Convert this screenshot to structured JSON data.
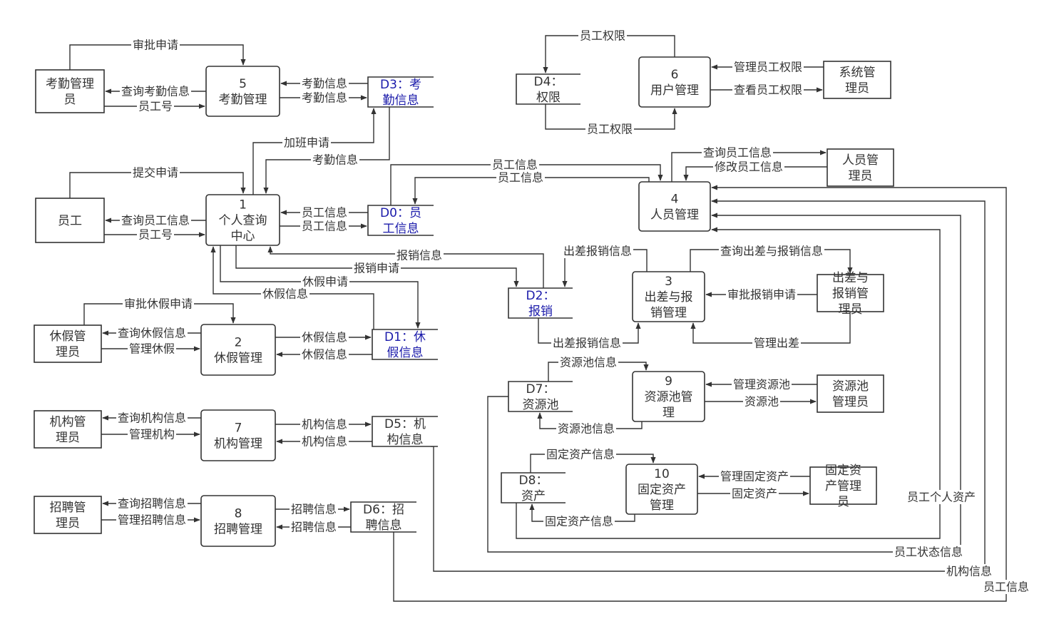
{
  "colors": {
    "line": "#333333",
    "employee_fill": "#ff3333",
    "query_center_fill": "#33ee33",
    "store_highlight": "#1a1aaa",
    "store_text": "#333333"
  },
  "entities": [
    {
      "id": "e_attend",
      "lines": [
        "考勤管理",
        "员"
      ]
    },
    {
      "id": "e_emp",
      "lines": [
        "员工"
      ]
    },
    {
      "id": "e_leave",
      "lines": [
        "休假管",
        "理员"
      ]
    },
    {
      "id": "e_org",
      "lines": [
        "机构管",
        "理员"
      ]
    },
    {
      "id": "e_recruit",
      "lines": [
        "招聘管",
        "理员"
      ]
    },
    {
      "id": "e_sys",
      "lines": [
        "系统管",
        "理员"
      ]
    },
    {
      "id": "e_hr",
      "lines": [
        "人员管",
        "理员"
      ]
    },
    {
      "id": "e_travel",
      "lines": [
        "出差与",
        "报销管",
        "理员"
      ]
    },
    {
      "id": "e_pool",
      "lines": [
        "资源池",
        "管理员"
      ]
    },
    {
      "id": "e_asset",
      "lines": [
        "固定资",
        "产管理",
        "员"
      ]
    }
  ],
  "processes": [
    {
      "id": "p1",
      "lines": [
        "1",
        "个人查询",
        "中心"
      ]
    },
    {
      "id": "p2",
      "lines": [
        "2",
        "休假管理"
      ]
    },
    {
      "id": "p3",
      "lines": [
        "3",
        "出差与报",
        "销管理"
      ]
    },
    {
      "id": "p4",
      "lines": [
        "4",
        "人员管理"
      ]
    },
    {
      "id": "p5",
      "lines": [
        "5",
        "考勤管理"
      ]
    },
    {
      "id": "p6",
      "lines": [
        "6",
        "用户管理"
      ]
    },
    {
      "id": "p7",
      "lines": [
        "7",
        "机构管理"
      ]
    },
    {
      "id": "p8",
      "lines": [
        "8",
        "招聘管理"
      ]
    },
    {
      "id": "p9",
      "lines": [
        "9",
        "资源池管",
        "理"
      ]
    },
    {
      "id": "p10",
      "lines": [
        "10",
        "固定资产",
        "管理"
      ]
    }
  ],
  "stores": [
    {
      "id": "d0",
      "lines": [
        "D0：员",
        "工信息"
      ]
    },
    {
      "id": "d1",
      "lines": [
        "D1：休",
        "假信息"
      ]
    },
    {
      "id": "d2",
      "lines": [
        "D2：",
        "报销"
      ]
    },
    {
      "id": "d3",
      "lines": [
        "D3：考",
        "勤信息"
      ]
    },
    {
      "id": "d4",
      "lines": [
        "D4：",
        "权限"
      ]
    },
    {
      "id": "d5",
      "lines": [
        "D5：机",
        "构信息"
      ]
    },
    {
      "id": "d6",
      "lines": [
        "D6：招",
        "聘信息"
      ]
    },
    {
      "id": "d7",
      "lines": [
        "D7：",
        "资源池"
      ]
    },
    {
      "id": "d8",
      "lines": [
        "D8：",
        "资产"
      ]
    }
  ],
  "flows": [
    {
      "id": "f_shenpi_shenqing",
      "label": "审批申请"
    },
    {
      "id": "f_query_attend",
      "label": "查询考勤信息"
    },
    {
      "id": "f_empno_attend",
      "label": "员工号"
    },
    {
      "id": "f_attend_info_in",
      "label": "考勤信息"
    },
    {
      "id": "f_attend_info_out",
      "label": "考勤信息"
    },
    {
      "id": "f_overtime",
      "label": "加班申请"
    },
    {
      "id": "f_attend_to_p1",
      "label": "考勤信息"
    },
    {
      "id": "f_submit",
      "label": "提交申请"
    },
    {
      "id": "f_query_emp",
      "label": "查询员工信息"
    },
    {
      "id": "f_empno_emp",
      "label": "员工号"
    },
    {
      "id": "f_d0_to_p1",
      "label": "员工信息"
    },
    {
      "id": "f_p1_to_d0",
      "label": "员工信息"
    },
    {
      "id": "f_d0_to_p4",
      "label": "员工信息"
    },
    {
      "id": "f_p4_to_d0",
      "label": "员工信息"
    },
    {
      "id": "f_reimb_info",
      "label": "报销信息"
    },
    {
      "id": "f_reimb_req",
      "label": "报销申请"
    },
    {
      "id": "f_leave_req",
      "label": "休假申请"
    },
    {
      "id": "f_leave_info_p1",
      "label": "休假信息"
    },
    {
      "id": "f_approve_leave",
      "label": "审批休假申请"
    },
    {
      "id": "f_query_leave",
      "label": "查询休假信息"
    },
    {
      "id": "f_manage_leave",
      "label": "管理休假"
    },
    {
      "id": "f_leave_p2_d1",
      "label": "休假信息"
    },
    {
      "id": "f_leave_d1_p2",
      "label": "休假信息"
    },
    {
      "id": "f_query_org",
      "label": "查询机构信息"
    },
    {
      "id": "f_manage_org",
      "label": "管理机构"
    },
    {
      "id": "f_org_p7_d5",
      "label": "机构信息"
    },
    {
      "id": "f_org_d5_p7",
      "label": "机构信息"
    },
    {
      "id": "f_query_recruit",
      "label": "查询招聘信息"
    },
    {
      "id": "f_manage_recruit",
      "label": "管理招聘信息"
    },
    {
      "id": "f_rec_p8_d6",
      "label": "招聘信息"
    },
    {
      "id": "f_rec_d6_p8",
      "label": "招聘信息"
    },
    {
      "id": "f_perm_d4_top",
      "label": "员工权限"
    },
    {
      "id": "f_perm_p6_bot",
      "label": "员工权限"
    },
    {
      "id": "f_manage_perm",
      "label": "管理员工权限"
    },
    {
      "id": "f_view_perm",
      "label": "查看员工权限"
    },
    {
      "id": "f_query_emp_hr",
      "label": "查询员工信息"
    },
    {
      "id": "f_modify_emp",
      "label": "修改员工信息"
    },
    {
      "id": "f_travel_reimb_in",
      "label": "出差报销信息"
    },
    {
      "id": "f_travel_reimb_out",
      "label": "出差报销信息"
    },
    {
      "id": "f_query_travel",
      "label": "查询出差与报销信息"
    },
    {
      "id": "f_approve_reimb",
      "label": "审批报销申请"
    },
    {
      "id": "f_manage_travel",
      "label": "管理出差"
    },
    {
      "id": "f_pool_info_top",
      "label": "资源池信息"
    },
    {
      "id": "f_pool_info_bot",
      "label": "资源池信息"
    },
    {
      "id": "f_manage_pool",
      "label": "管理资源池"
    },
    {
      "id": "f_pool",
      "label": "资源池"
    },
    {
      "id": "f_asset_info_top",
      "label": "固定资产信息"
    },
    {
      "id": "f_asset_info_bot",
      "label": "固定资产信息"
    },
    {
      "id": "f_manage_asset",
      "label": "管理固定资产"
    },
    {
      "id": "f_asset",
      "label": "固定资产"
    },
    {
      "id": "f_emp_asset",
      "label": "员工个人资产"
    },
    {
      "id": "f_emp_status",
      "label": "员工状态信息"
    },
    {
      "id": "f_org_info_long",
      "label": "机构信息"
    },
    {
      "id": "f_emp_info_long",
      "label": "员工信息"
    }
  ]
}
